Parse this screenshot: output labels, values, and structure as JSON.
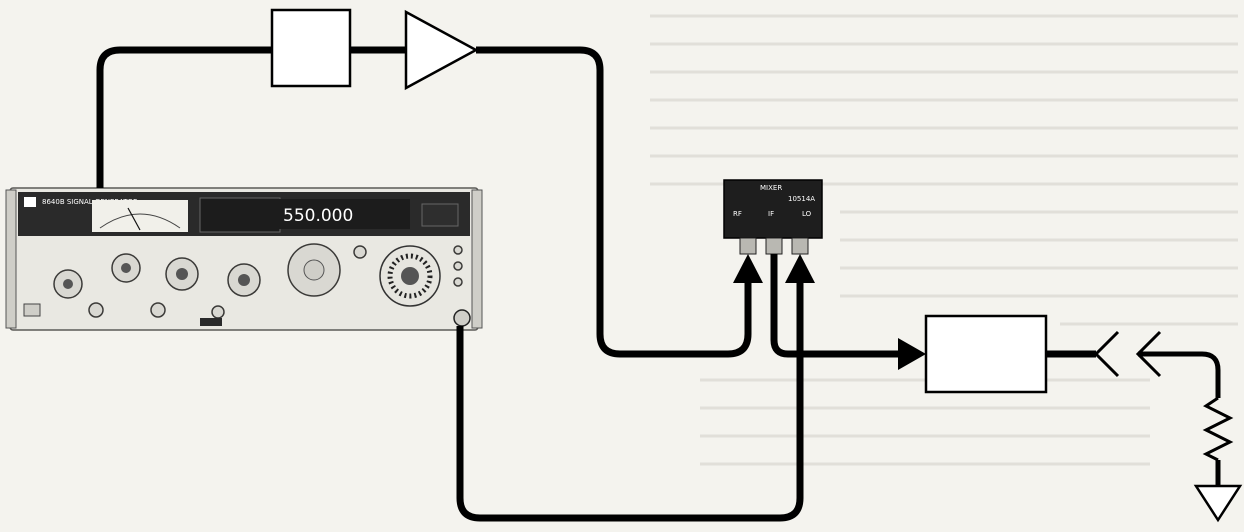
{
  "generator": {
    "brand_text": "8640B SIGNAL GENERATOR",
    "frequency_display": "550.000",
    "colors": {
      "front_panel": "#e9e8e2",
      "display": "#1c1c1c",
      "display_digits": "#ffffff"
    }
  },
  "mixer": {
    "title": "MIXER",
    "model": "10514A",
    "port_labels": [
      "RF",
      "IF",
      "LO"
    ]
  },
  "icons": [
    "amplifier-icon",
    "resistor-icon",
    "ground-icon",
    "arrow-icon"
  ]
}
